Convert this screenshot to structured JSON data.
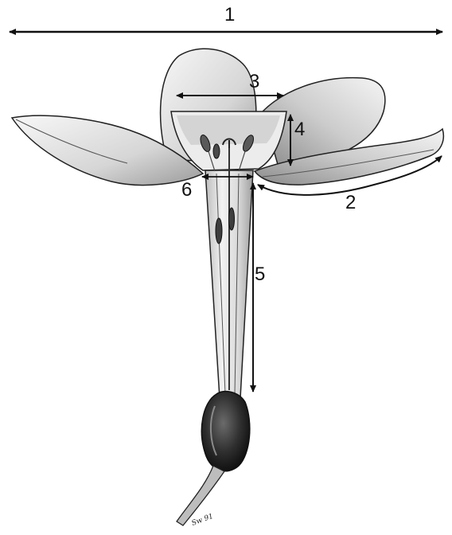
{
  "labels": {
    "l1": "1",
    "l2": "2",
    "l3": "3",
    "l4": "4",
    "l5": "5",
    "l6": "6"
  },
  "signature": "Sw 91",
  "colors": {
    "ink": "#111111",
    "petal_shade": "#cfcfcf",
    "petal_light": "#f4f4f4",
    "ovary": "#2f2f2f"
  }
}
